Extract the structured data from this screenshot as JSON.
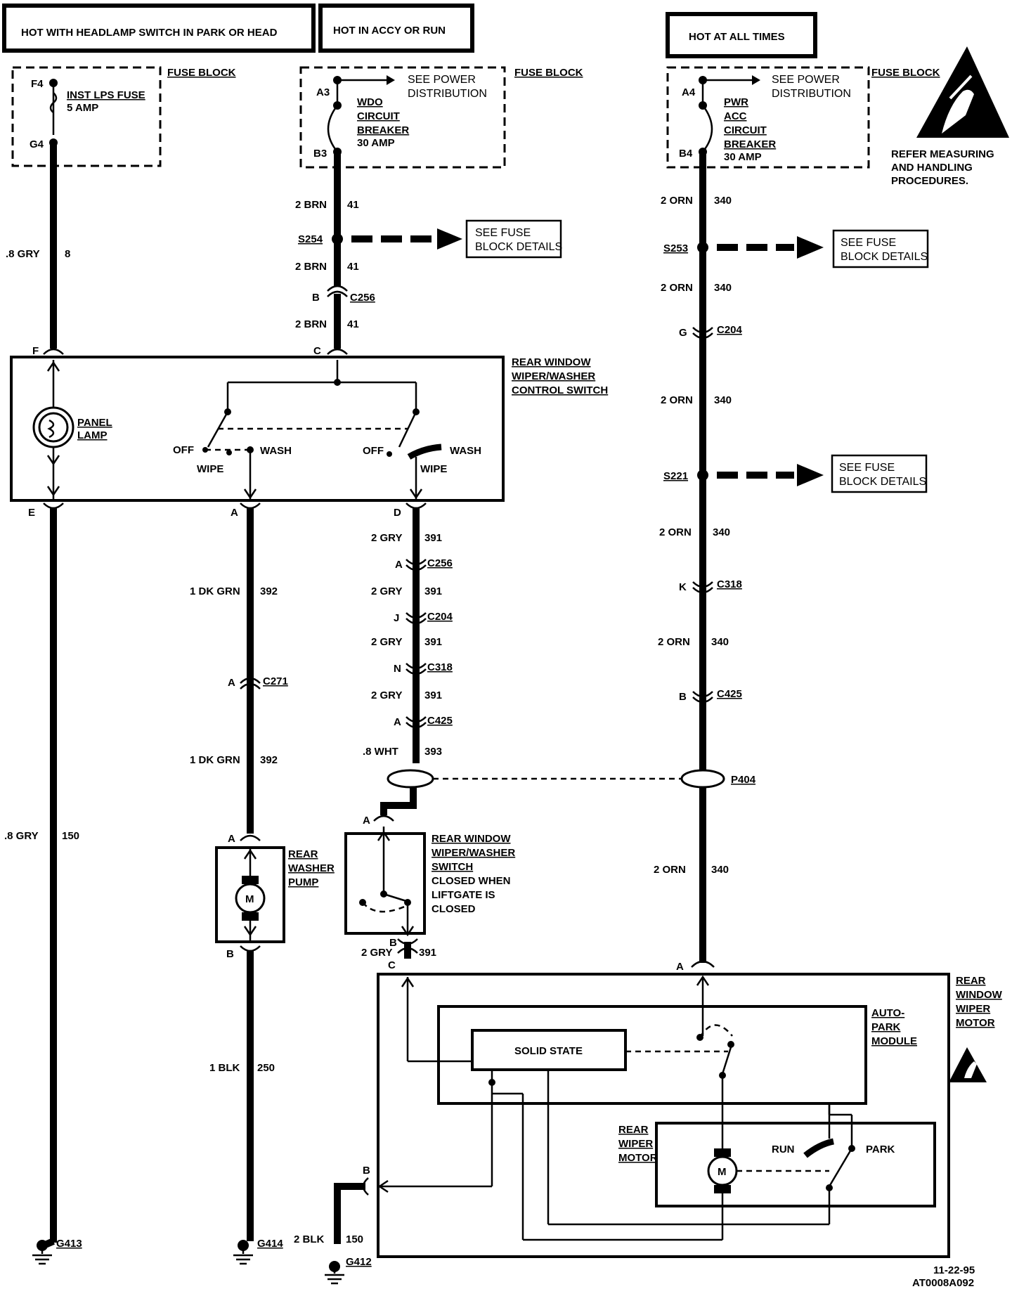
{
  "headers": {
    "hot_headlamp": "HOT WITH HEADLAMP SWITCH IN PARK OR HEAD",
    "hot_accy": "HOT IN ACCY OR RUN",
    "hot_all": "HOT AT ALL TIMES"
  },
  "fuse_block_label": "FUSE BLOCK",
  "fuse_left": {
    "pin_top": "F4",
    "pin_bottom": "G4",
    "name": "INST LPS FUSE",
    "rating": "5 AMP"
  },
  "fuse_mid": {
    "pin_top": "A3",
    "pin_bottom": "B3",
    "name": "WDO CIRCUIT BREAKER",
    "rating": "30 AMP",
    "see": "SEE POWER DISTRIBUTION"
  },
  "fuse_right": {
    "pin_top": "A4",
    "pin_bottom": "B4",
    "name": "PWR ACC CIRCUIT BREAKER",
    "rating": "30 AMP",
    "see": "SEE POWER DISTRIBUTION"
  },
  "esd_note": "REFER MEASURING AND HANDLING PROCEDURES.",
  "see_fuse_block_details": "SEE FUSE BLOCK DETAILS",
  "wires": {
    "w8": {
      "size": ".8 GRY",
      "circuit": "8"
    },
    "w41a": {
      "size": "2 BRN",
      "circuit": "41"
    },
    "w41b": {
      "size": "2 BRN",
      "circuit": "41"
    },
    "w41c": {
      "size": "2 BRN",
      "circuit": "41"
    },
    "w340a": {
      "size": "2 ORN",
      "circuit": "340"
    },
    "w340b": {
      "size": "2 ORN",
      "circuit": "340"
    },
    "w340c": {
      "size": "2 ORN",
      "circuit": "340"
    },
    "w340d": {
      "size": "2 ORN",
      "circuit": "340"
    },
    "w340e": {
      "size": "2 ORN",
      "circuit": "340"
    },
    "w340f": {
      "size": "2 ORN",
      "circuit": "340"
    },
    "w150a": {
      "size": ".8 GRY",
      "circuit": "150"
    },
    "w392a": {
      "size": "1 DK GRN",
      "circuit": "392"
    },
    "w392b": {
      "size": "1 DK GRN",
      "circuit": "392"
    },
    "w391a": {
      "size": "2 GRY",
      "circuit": "391"
    },
    "w391b": {
      "size": "2 GRY",
      "circuit": "391"
    },
    "w391c": {
      "size": "2 GRY",
      "circuit": "391"
    },
    "w391d": {
      "size": "2 GRY",
      "circuit": "391"
    },
    "w391e": {
      "size": "2  GRY",
      "circuit": "391"
    },
    "w393": {
      "size": ".8 WHT",
      "circuit": "393"
    },
    "w250": {
      "size": "1 BLK",
      "circuit": "250"
    },
    "w150b": {
      "size": "2 BLK",
      "circuit": "150"
    }
  },
  "splices": {
    "s254": "S254",
    "s253": "S253",
    "s221": "S221"
  },
  "connectors": {
    "c256_top": {
      "pin": "B",
      "name": "C256"
    },
    "c204_top": {
      "pin": "G",
      "name": "C204"
    },
    "c318_right": {
      "pin": "K",
      "name": "C318"
    },
    "c425_right": {
      "pin": "B",
      "name": "C425"
    },
    "c256_mid": {
      "pin": "A",
      "name": "C256"
    },
    "c204_mid": {
      "pin": "J",
      "name": "C204"
    },
    "c318_mid": {
      "pin": "N",
      "name": "C318"
    },
    "c425_mid": {
      "pin": "A",
      "name": "C425"
    },
    "c271": {
      "pin": "A",
      "name": "C271"
    },
    "p404": "P404"
  },
  "switch_pins": {
    "f": "F",
    "c": "C",
    "e": "E",
    "a": "A",
    "d": "D"
  },
  "control_switch": {
    "name": "REAR WINDOW WIPER/WASHER CONTROL SWITCH",
    "panel_lamp": "PANEL LAMP",
    "off1": "OFF",
    "wash1": "WASH",
    "wipe1": "WIPE",
    "off2": "OFF",
    "wash2": "WASH",
    "wipe2": "WIPE"
  },
  "washer_pump": {
    "name": "REAR WASHER PUMP",
    "pin_top": "A",
    "pin_bottom": "B",
    "motor": "M"
  },
  "liftgate_switch": {
    "name": "REAR WINDOW WIPER/WASHER SWITCH",
    "note": "CLOSED WHEN LIFTGATE IS CLOSED",
    "pin_top": "A",
    "pin_bottom": "B"
  },
  "wiper_motor_assembly": {
    "name": "REAR WINDOW WIPER MOTOR",
    "pin_c": "C",
    "pin_a": "A",
    "pin_b": "B",
    "autopark": "AUTO-PARK MODULE",
    "solid_state": "SOLID STATE",
    "motor_name": "REAR WIPER MOTOR",
    "motor": "M",
    "run": "RUN",
    "park": "PARK"
  },
  "grounds": {
    "g413": "G413",
    "g414": "G414",
    "g412": "G412"
  },
  "footer": {
    "date": "11-22-95",
    "code": "AT0008A092"
  }
}
